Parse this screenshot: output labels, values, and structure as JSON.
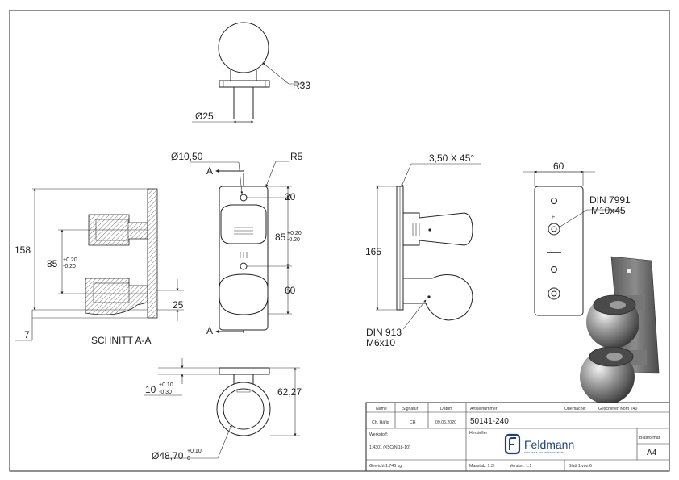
{
  "views": {
    "top": {
      "radius": "R33",
      "diameter": "Ø25"
    },
    "section": {
      "title": "SCHNITT A-A",
      "overall": "158",
      "spacing": "85",
      "spacing_tol_upper": "+0.20",
      "spacing_tol_lower": "-0.20",
      "flange_offset": "7",
      "cup_depth": "25"
    },
    "front": {
      "hole": "Ø10,50",
      "section_marker": "A",
      "corner_radius": "R5",
      "top_offset": "20",
      "spacing": "85",
      "spacing_tol_upper": "+0.20",
      "spacing_tol_lower": "-0.20",
      "bottom": "60"
    },
    "side": {
      "chamfer": "3,50 X 45°",
      "height": "165",
      "screw_std": "DIN 913",
      "screw_size": "M6x10"
    },
    "back": {
      "width": "60",
      "screw_std": "DIN 7991",
      "screw_size": "M10x45"
    },
    "bottom_view": {
      "wall": "10",
      "wall_tol_upper": "+0.10",
      "wall_tol_lower": "-0.30",
      "depth": "62,27",
      "bore": "Ø48,70",
      "bore_tol_upper": "+0.10",
      "bore_tol_lower": "0"
    }
  },
  "title_block": {
    "name_label": "Name",
    "signature_label": "Signatur",
    "date_label": "Datum",
    "name": "Ch. Häfig",
    "signature": "CH",
    "date": "09.06.2020",
    "article_label": "Artikelnummer",
    "article_number": "50141-240",
    "surface_label": "Oberfläche:",
    "surface": "Geschliffen Korn 240",
    "material_label": "Werkstoff:",
    "material": "1.4301 (X5CrNi18-10)",
    "manufacturer_label": "Hersteller",
    "brand": "Feldmann",
    "brand_tagline": "EDELSTAHL GELÄNDERSYSTEME",
    "sheet_format_label": "Blattformat",
    "sheet_format": "A4",
    "weight": "Gewicht 1.746 kg",
    "scale": "Masstab: 1:3",
    "version": "Version: 1.1",
    "sheet": "Blatt 1 von 6"
  }
}
